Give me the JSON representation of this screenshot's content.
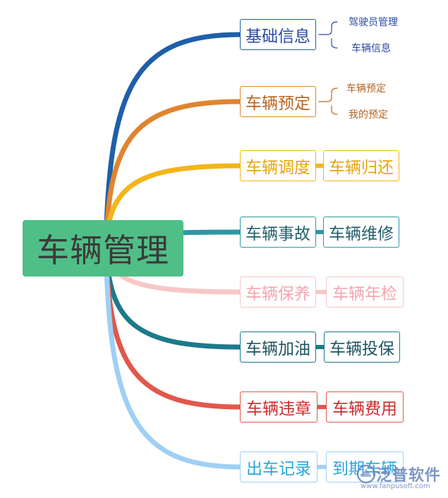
{
  "root": {
    "label": "车辆管理",
    "color": "#4fbf87"
  },
  "branches": [
    {
      "label": "基础信息",
      "color": "#1f5fa8",
      "text_color": "#2c49a3",
      "children": [
        "驾驶员管理",
        "车辆信息"
      ]
    },
    {
      "label": "车辆预定",
      "color": "#e0852e",
      "text_color": "#b86420",
      "children": [
        "车辆预定",
        "我的预定"
      ]
    },
    {
      "label": "车辆调度",
      "color": "#f3b51a",
      "text_color": "#e6a50e",
      "next": "车辆归还"
    },
    {
      "label": "车辆事故",
      "color": "#2f97a3",
      "text_color": "#245f6b",
      "next": "车辆维修"
    },
    {
      "label": "车辆保养",
      "color": "#f8c6c6",
      "text_color": "#f4a6b0",
      "next": "车辆年检"
    },
    {
      "label": "车辆加油",
      "color": "#1c7a8a",
      "text_color": "#1e5560",
      "next": "车辆投保"
    },
    {
      "label": "车辆违章",
      "color": "#e2574c",
      "text_color": "#cc2a2a",
      "next": "车辆费用"
    },
    {
      "label": "出车记录",
      "color": "#9fd0f4",
      "text_color": "#2aa5db",
      "next": "到期车辆"
    }
  ],
  "watermark": {
    "brand": "泛普软件",
    "url": "www.fanpusoft.com"
  }
}
